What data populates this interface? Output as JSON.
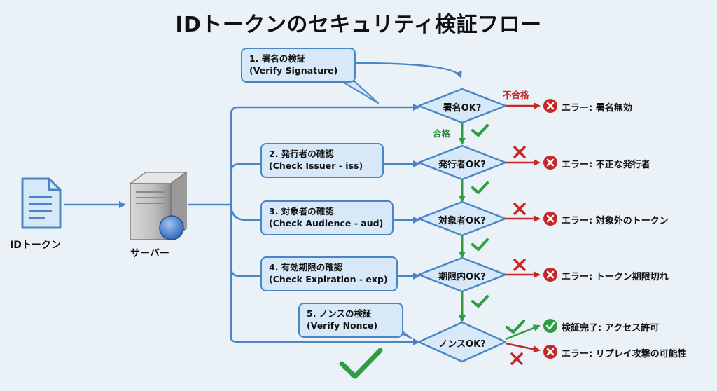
{
  "title": "IDトークンのセキュリティ検証フロー",
  "nodes": {
    "id_token": "IDトークン",
    "server": "サーバー"
  },
  "steps": [
    {
      "line1": "1. 署名の検証",
      "line2": "(Verify Signature)"
    },
    {
      "line1": "2. 発行者の確認",
      "line2": "(Check Issuer - iss)"
    },
    {
      "line1": "3. 対象者の確認",
      "line2": "(Check Audience - aud)"
    },
    {
      "line1": "4. 有効期限の確認",
      "line2": "(Check Expiration - exp)"
    },
    {
      "line1": "5. ノンスの検証",
      "line2": "(Verify Nonce)"
    }
  ],
  "decisions": [
    "署名OK?",
    "発行者OK?",
    "対象者OK?",
    "期限内OK?",
    "ノンスOK?"
  ],
  "results": [
    "エラー: 署名無効",
    "エラー: 不正な発行者",
    "エラー: 対象外のトークン",
    "エラー: トークン期限切れ",
    "エラー: リプレイ攻撃の可能性"
  ],
  "success_result": "検証完了: アクセス許可",
  "labels": {
    "fail": "不合格",
    "pass": "合格"
  },
  "colors": {
    "primary_blue": "#4a86c5",
    "error_red": "#c62828",
    "success_green": "#2e9e3e",
    "box_fill": "#d7e8f8"
  }
}
